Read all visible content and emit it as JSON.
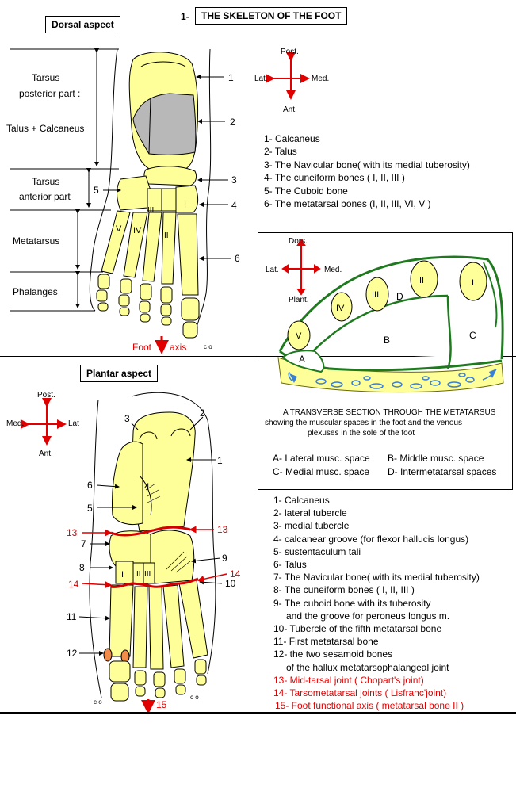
{
  "header": {
    "num": "1-",
    "title": "THE SKELETON OF THE FOOT"
  },
  "dorsal": {
    "title": "Dorsal aspect",
    "axes": {
      "top": "Post.",
      "left": "Lat.",
      "right": "Med.",
      "bottom": "Ant."
    },
    "regions": {
      "tarsus_post_1": "Tarsus",
      "tarsus_post_2": "posterior part :",
      "tarsus_post_3": "Talus + Calcaneus",
      "tarsus_ant_1": "Tarsus",
      "tarsus_ant_2": "anterior part",
      "metatarsus": "Metatarsus",
      "phalanges": "Phalanges"
    },
    "foot_axis_1": "Foot",
    "foot_axis_2": "axis",
    "callout_numbers": [
      "1",
      "2",
      "3",
      "4",
      "5",
      "6"
    ],
    "roman": [
      "I",
      "II",
      "III",
      "IV",
      "V"
    ],
    "legend": [
      "1- Calcaneus",
      "2- Talus",
      "3- The  Navicular bone( with its medial tuberosity)",
      "4- The cuneiform bones ( I, II, III )",
      "5- The Cuboid bone",
      "6- The metatarsal bones (I, II, III, VI, V )"
    ],
    "mark": "c o"
  },
  "section": {
    "axes": {
      "top": "Dors.",
      "left": "Lat.",
      "right": "Med.",
      "bottom": "Plant."
    },
    "roman": [
      "I",
      "II",
      "III",
      "IV",
      "V"
    ],
    "spaces": {
      "a": "A",
      "b": "B",
      "c": "C",
      "d": "D"
    },
    "caption_1": "A TRANSVERSE SECTION THROUGH THE METATARSUS",
    "caption_2": "showing the muscular spaces in the foot and the venous",
    "caption_3": "plexuses in the sole of the foot",
    "legend": [
      "A- Lateral musc. space",
      "B- Middle musc. space",
      "C- Medial musc. space",
      "D- Intermetatarsal spaces"
    ]
  },
  "plantar": {
    "title": "Plantar aspect",
    "axes": {
      "top": "Post.",
      "left": "Med.",
      "right": "Lat",
      "bottom": "Ant."
    },
    "callout_numbers": [
      "1",
      "2",
      "3",
      "4",
      "5",
      "6",
      "7",
      "8",
      "9",
      "10",
      "11",
      "12",
      "13",
      "13",
      "14",
      "14",
      "15"
    ],
    "roman": [
      "I",
      "II",
      "III"
    ],
    "legend": [
      "1- Calcaneus",
      "2- lateral tubercle",
      "3- medial tubercle",
      "4- calcanear groove (for flexor hallucis longus)",
      "5- sustentaculum tali",
      "6- Talus",
      "7- The  Navicular bone( with its medial tuberosity)",
      "8- The cuneiform bones ( I, II, III )",
      "9- The cuboid bone with its tuberosity",
      "and the groove for peroneus longus m.",
      "10- Tubercle of the fifth metatarsal bone",
      "11- First metatarsal bone",
      "12- the two sesamoid bones",
      "of the hallux metatarsophalangeal joint",
      "13- Mid-tarsal joint ( Chopart's joint)",
      "14- Tarsometatarsal joints ( Lisfranc'joint)",
      "15- Foot functional axis ( metatarsal bone II )"
    ],
    "mark": "c o"
  },
  "colors": {
    "bone": "#ffff99",
    "talus": "#b8b8b8",
    "joint_line": "#d40000",
    "muscle_line": "#1f7a1f",
    "vein": "#3a7fd6"
  }
}
